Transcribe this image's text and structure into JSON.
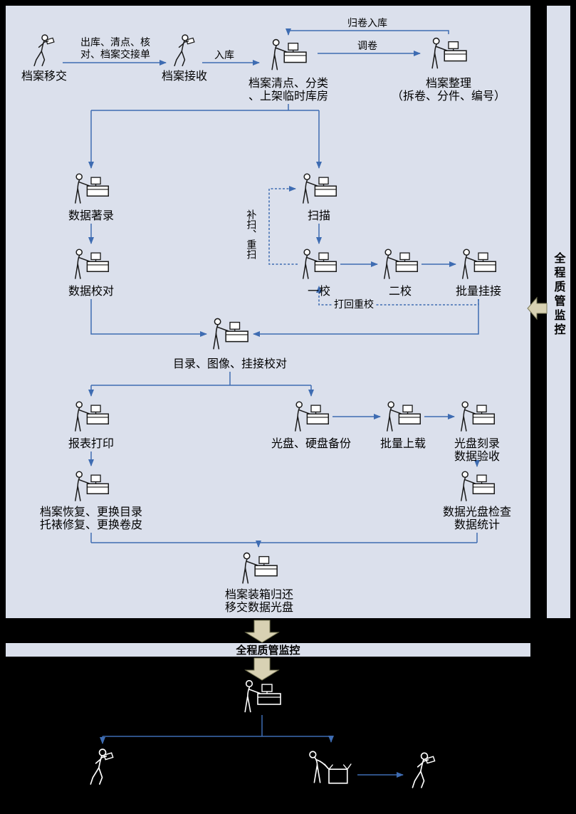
{
  "colors": {
    "canvas_bg": "#000000",
    "panel_bg": "#dbe0ec",
    "connector_blue": "#3e6cb2",
    "block_arrow_fill": "#d8d1b3",
    "block_arrow_border": "#7c7b59",
    "figure_dark": "#1a1a1a",
    "figure_light": "#ffffff",
    "text_color": "#000000"
  },
  "side_bar": {
    "label": "全程质管监控"
  },
  "qc_bar": {
    "label": "全程质管监控"
  },
  "edges": {
    "transfer_note_line1": "出库、清点、核",
    "transfer_note_line2": "对、档案交接单",
    "in_storage": "入库",
    "retrieve": "调卷",
    "return_to_storage": "归卷入库",
    "rescan": "补扫、重扫",
    "return_recheck": "打回重校"
  },
  "nodes": {
    "archive_transfer": "档案移交",
    "archive_receive": "档案接收",
    "check_classify_line1": "档案清点、分类",
    "check_classify_line2": "、上架临时库房",
    "arrange_line1": "档案整理",
    "arrange_line2": "（拆卷、分件、编号）",
    "data_entry": "数据著录",
    "scan": "扫描",
    "data_proof": "数据校对",
    "first_proof": "一校",
    "second_proof": "二校",
    "batch_link": "批量挂接",
    "catalog_image_link_proof": "目录、图像、挂接校对",
    "report_print": "报表打印",
    "disc_hd_backup": "光盘、硬盘备份",
    "batch_upload": "批量上载",
    "burn_accept_line1": "光盘刻录",
    "burn_accept_line2": "数据验收",
    "repair_line1": "档案恢复、更换目录",
    "repair_line2": "托裱修复、更换卷皮",
    "disc_check_line1": "数据光盘检查",
    "disc_check_line2": "数据统计",
    "boxing_line1": "档案装箱归还",
    "boxing_line2": "移交数据光盘"
  }
}
